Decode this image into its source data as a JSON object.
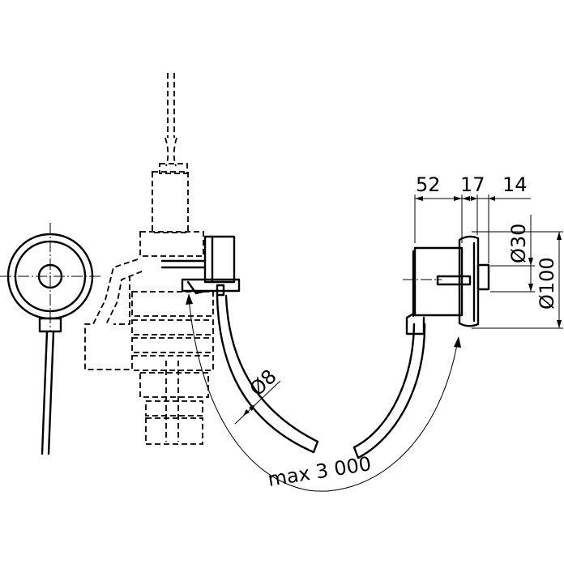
{
  "dimensions": {
    "d52": "52",
    "d17": "17",
    "d14": "14",
    "dia30": "Ø30",
    "dia100": "Ø100",
    "dia8": "Ø8",
    "max_length": "max 3 000"
  }
}
